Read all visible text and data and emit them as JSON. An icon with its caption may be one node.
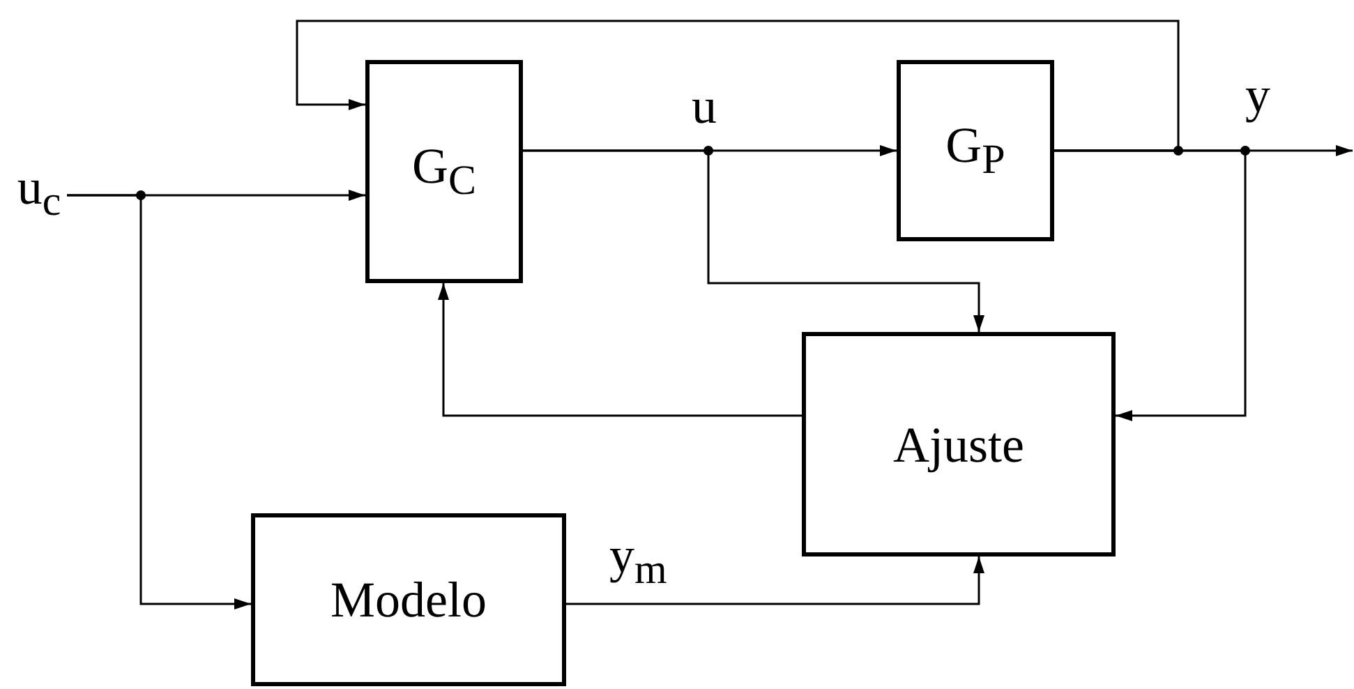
{
  "diagram": {
    "nodes": [
      {
        "text": [
          "u$_{c}$"
        ]
      },
      {
        "text": [
          "G$_{C}$"
        ]
      },
      {
        "text": [
          "G$_{P}$"
        ]
      },
      {
        "text": [
          "Ajuste"
        ]
      },
      {
        "text": [
          "Modelo"
        ]
      }
    ],
    "edges": [
      {
        "from": 0,
        "to": 1,
        "arrow": "to"
      },
      {
        "from": 0,
        "to": 4,
        "arrow": "to"
      },
      {
        "from": 1,
        "to": 2,
        "arrow": "to",
        "label": "u"
      },
      {
        "from": 1,
        "to": 3,
        "arrow": "to"
      },
      {
        "from": 2,
        "to": null,
        "arrow": "to",
        "label": "y"
      },
      {
        "from": 2,
        "to": 1,
        "arrow": "to"
      },
      {
        "from": 2,
        "to": 3,
        "arrow": "to"
      },
      {
        "from": 3,
        "to": 1,
        "arrow": "to"
      },
      {
        "from": 4,
        "to": 3,
        "arrow": "to",
        "label": "y$_{m}$"
      }
    ]
  }
}
